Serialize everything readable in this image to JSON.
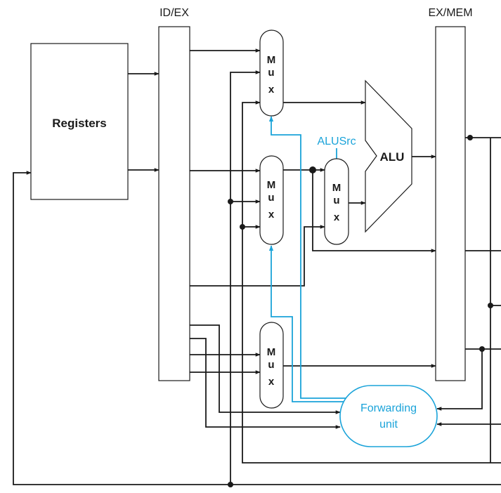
{
  "labels": {
    "id_ex": "ID/EX",
    "ex_mem": "EX/MEM",
    "registers": "Registers",
    "alu": "ALU",
    "alusrc": "ALUSrc",
    "forwarding_line1": "Forwarding",
    "forwarding_line2": "unit",
    "mux_letters": [
      "M",
      "u",
      "x"
    ]
  },
  "colors": {
    "line": "#1a1a1a",
    "control": "#1aa3d9",
    "block_fill": "#ffffff"
  }
}
